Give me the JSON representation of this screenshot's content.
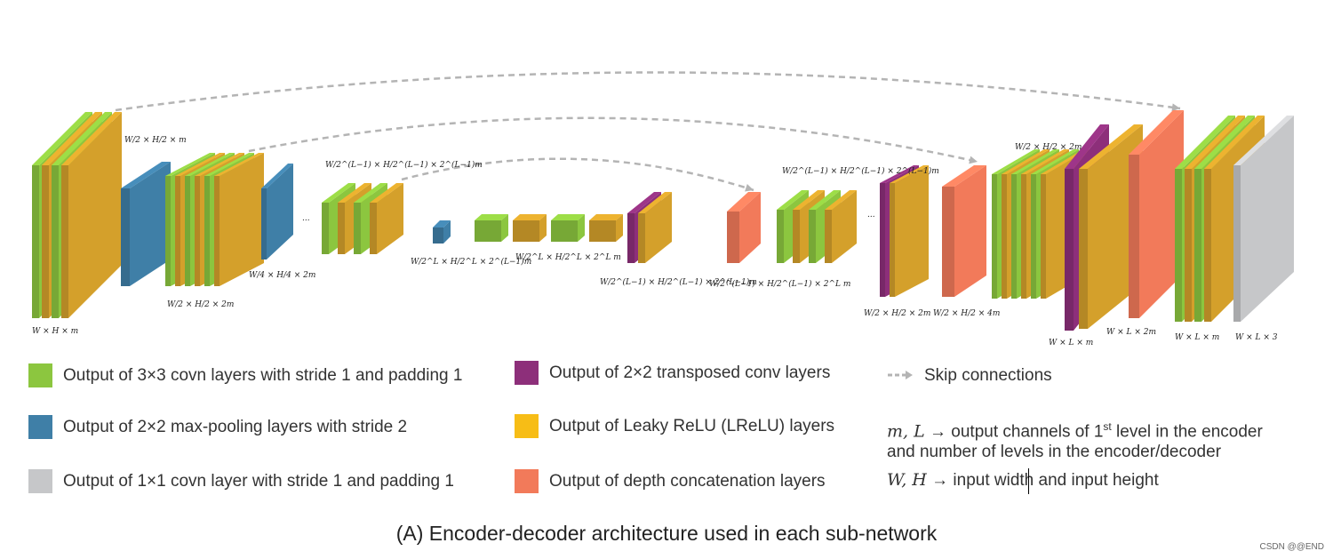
{
  "colors": {
    "conv": "#8cc63f",
    "pool": "#3f7fa7",
    "conv1x1": "#c6c7c9",
    "transposed": "#8d2f7a",
    "lrelu": "#d4a02b",
    "concat": "#f27a5a",
    "skip": "#b4b4b4"
  },
  "dims": {
    "d1": "W × H × m",
    "d2": "W/2 × H/2 × m",
    "d3": "W/2 × H/2 × 2m",
    "d4": "W/4 × H/4 × 2m",
    "d5": "W/2^(L−1) × H/2^(L−1) × 2^(L−1)m",
    "d6": "W/2^L × H/2^L × 2^(L−1)m",
    "d7": "W/2^L × H/2^L × 2^L m",
    "d8": "W/2^(L−1) × H/2^(L−1) × 2^(L−1)m",
    "d9": "W/2^(L−1) × H/2^(L−1) × 2^L m",
    "d10": "W/2^(L−1) × H/2^(L−1) × 2^(L−1)m",
    "d11": "W/2 × H/2 × 2m",
    "d12": "W/2 × H/2 × 4m",
    "d13": "W/2 × H/2 × 2m",
    "d14": "W × L × m",
    "d15": "W × L × 2m",
    "d16": "W × L × m",
    "d17": "W × L × 3"
  },
  "ellipsis": "...",
  "legend": {
    "conv": "Output of 3×3 covn layers with stride 1 and padding 1",
    "pool": "Output of 2×2 max-pooling layers with stride 2",
    "conv1x1": "Output of 1×1 covn layer with stride 1 and padding 1",
    "transposed": "Output of 2×2 transposed conv layers",
    "lrelu": "Output of Leaky ReLU (LReLU) layers",
    "concat": "Output of depth concatenation layers",
    "skip": "Skip connections",
    "ml_symbol": "m, L",
    "ml_text_1a": "→ output channels of 1",
    "ml_sup": "st",
    "ml_text_1b": " level in the encoder",
    "ml_text_2": "and number of levels in the encoder/decoder",
    "wh_symbol": "W, H",
    "wh_text": "→ input width and input height"
  },
  "caption": "(A) Encoder-decoder architecture used in each sub-network",
  "watermark": "CSDN @@END"
}
